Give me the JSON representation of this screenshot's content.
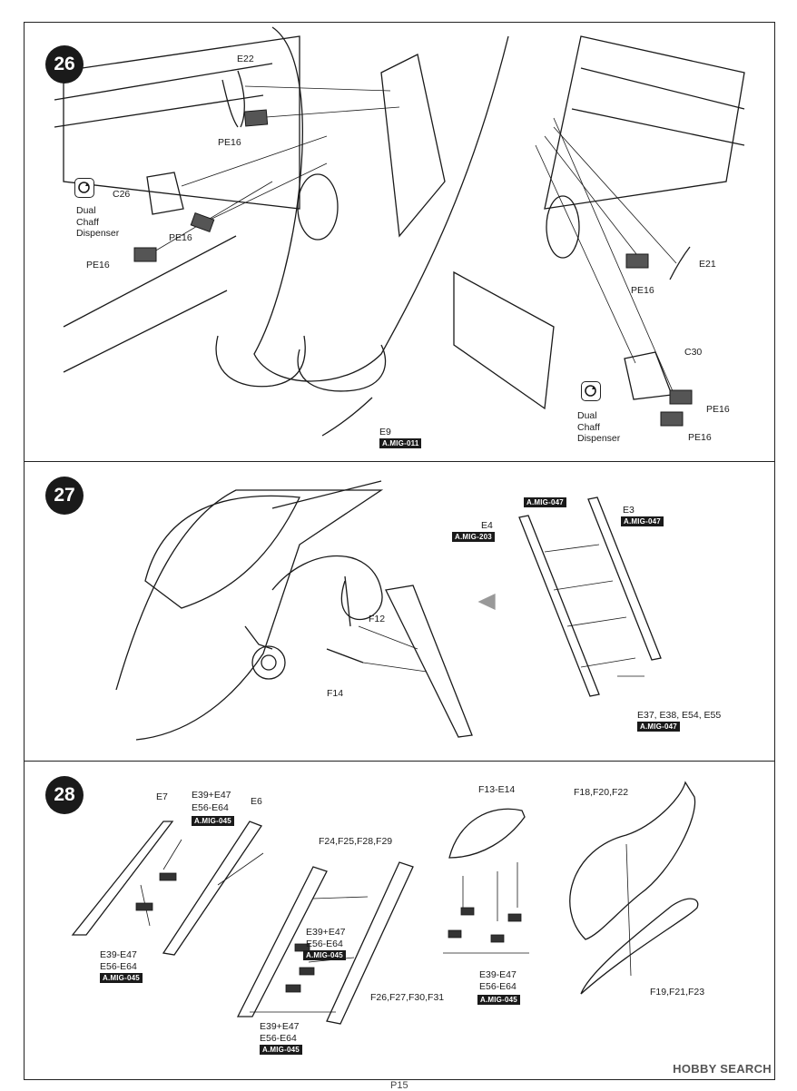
{
  "steps": [
    {
      "number": "26"
    },
    {
      "number": "27"
    },
    {
      "number": "28"
    }
  ],
  "step26": {
    "e22": "E22",
    "pe16_a": "PE16",
    "c26": "C26",
    "pe16_b": "PE16",
    "pe16_c": "PE16",
    "chaff_left": [
      "Dual",
      "Chaff",
      "Dispenser"
    ],
    "e21": "E21",
    "pe16_d": "PE16",
    "c30": "C30",
    "pe16_e": "PE16",
    "pe16_f": "PE16",
    "chaff_right": [
      "Dual",
      "Chaff",
      "Dispenser"
    ],
    "e9": "E9",
    "paint_e9": "A.MIG-011"
  },
  "step27": {
    "paint_top": "A.MIG-047",
    "e4": "E4",
    "paint_e4": "A.MIG-203",
    "e3": "E3",
    "paint_e3": "A.MIG-047",
    "f12": "F12",
    "f14": "F14",
    "e_parts": "E37, E38, E54, E55",
    "paint_parts": "A.MIG-047"
  },
  "step28": {
    "e7": "E7",
    "e39_top": "E39+E47",
    "e56_top": "E56-E64",
    "paint_top": "A.MIG-045",
    "e6": "E6",
    "e39_left": "E39-E47",
    "e56_left": "E56-E64",
    "paint_left": "A.MIG-045",
    "f24": "F24,F25,F28,F29",
    "e39_mid": "E39+E47",
    "e56_mid": "E56-E64",
    "paint_mid": "A.MIG-045",
    "f26": "F26,F27,F30,F31",
    "e39_bot": "E39+E47",
    "e56_bot": "E56-E64",
    "paint_bot": "A.MIG-045",
    "f13": "F13-E14",
    "e39_pod": "E39-E47",
    "e56_pod": "E56-E64",
    "paint_pod": "A.MIG-045",
    "f18": "F18,F20,F22",
    "f19": "F19,F21,F23"
  },
  "footer": {
    "page": "P15",
    "watermark": "HOBBY SEARCH"
  },
  "colors": {
    "ink": "#1a1a1a",
    "paper": "#ffffff"
  }
}
